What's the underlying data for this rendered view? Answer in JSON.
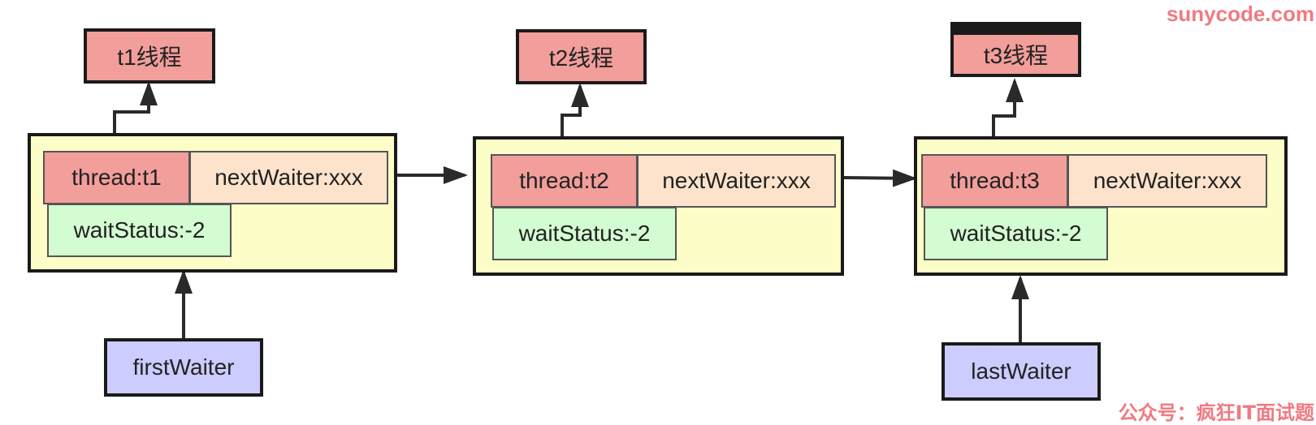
{
  "watermark": {
    "site": "sunycode.com",
    "account": "公众号：疯狂IT面试题"
  },
  "nodes": [
    {
      "thread_label": "t1线程",
      "thread_field": "thread:t1",
      "next_field": "nextWaiter:xxx",
      "status_field": "waitStatus:-2"
    },
    {
      "thread_label": "t2线程",
      "thread_field": "thread:t2",
      "next_field": "nextWaiter:xxx",
      "status_field": "waitStatus:-2"
    },
    {
      "thread_label": "t3线程",
      "thread_field": "thread:t3",
      "next_field": "nextWaiter:xxx",
      "status_field": "waitStatus:-2"
    }
  ],
  "pointers": {
    "first": "firstWaiter",
    "last": "lastWaiter"
  },
  "colors": {
    "thread": "#f29e9b",
    "next_waiter": "#fde3cc",
    "wait_status": "#d4fcd2",
    "node_bg": "#fdfdc8",
    "pointer_box": "#ccccff",
    "watermark": "#f07a82"
  }
}
